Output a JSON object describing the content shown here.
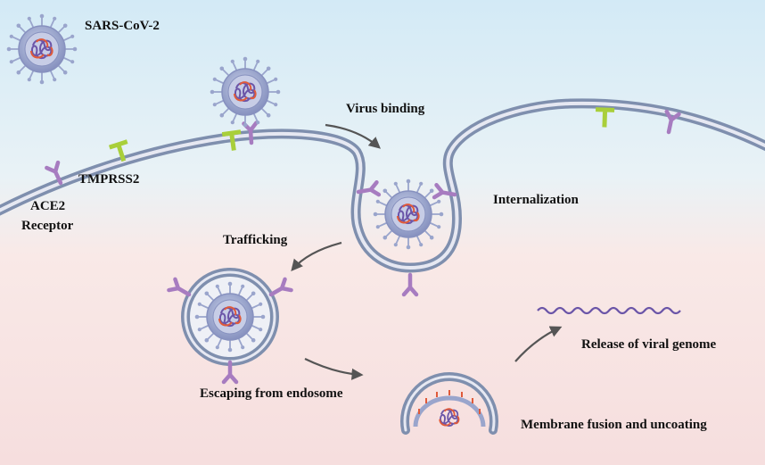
{
  "labels": {
    "virus": "SARS-CoV-2",
    "tmprss2": "TMPRSS2",
    "ace2_line1": "ACE2",
    "ace2_line2": "Receptor",
    "virus_binding": "Virus binding",
    "internalization": "Internalization",
    "trafficking": "Trafficking",
    "escaping": "Escaping from endosome",
    "release": "Release of viral genome",
    "fusion": "Membrane fusion and uncoating"
  },
  "colors": {
    "background_top": "#d3eaf6",
    "background_bottom": "#f6dede",
    "membrane": "#7f8fae",
    "membrane_inner": "#e6e8f2",
    "virus_body": "#9aa5cc",
    "virus_rim": "#c7cde6",
    "genome_red": "#e05a3a",
    "genome_purple": "#6b55a8",
    "ace2": "#a77cc0",
    "tmprss2": "#a9cf3a",
    "arrow": "#555555",
    "text": "#111111"
  }
}
